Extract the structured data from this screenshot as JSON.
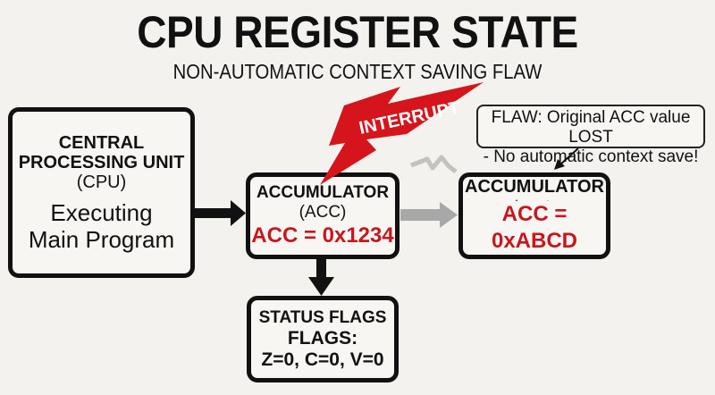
{
  "title": "CPU REGISTER STATE",
  "subtitle": "NON-AUTOMATIC CONTEXT SAVING FLAW",
  "cpu_box": {
    "heading_lines": [
      "CENTRAL",
      "PROCESSING UNIT",
      "(CPU)"
    ],
    "status_lines": [
      "Executing",
      "Main Program"
    ]
  },
  "acc_before": {
    "heading_lines": [
      "ACCUMULATOR",
      "(ACC)"
    ],
    "value": "ACC = 0x1234"
  },
  "acc_after": {
    "heading": "ACCUMULATOR",
    "value": "ACC = 0xABCD"
  },
  "status_flags": {
    "heading": "STATUS FLAGS",
    "label": "FLAGS:",
    "values": "Z=0, C=0, V=0"
  },
  "interrupt": {
    "label": "INTERRUPT"
  },
  "callout": {
    "lines": [
      "FLAW: Original ACC value LOST",
      "- No automatic context save!"
    ]
  },
  "colors": {
    "accent_red": "#c8161d",
    "background": "#f3f2ee",
    "arrow_gray": "#a8a8a8"
  }
}
